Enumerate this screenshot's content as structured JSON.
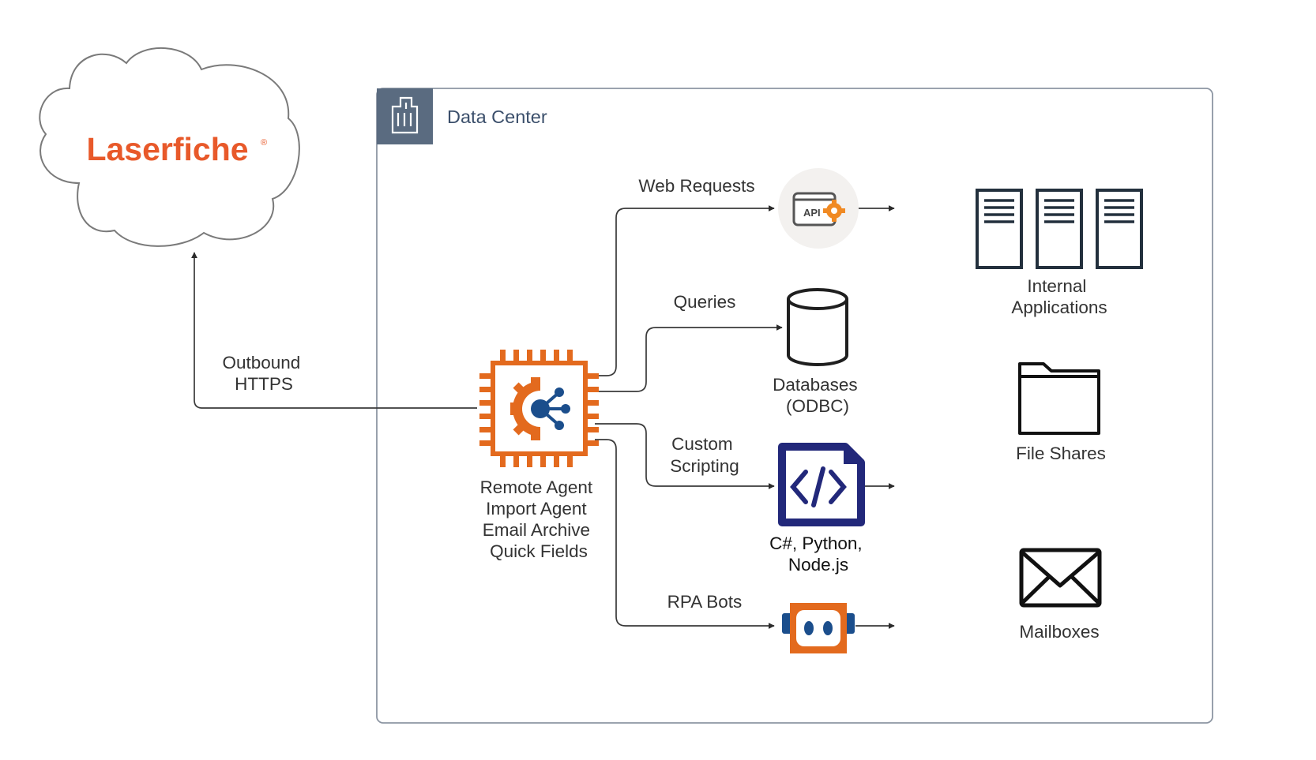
{
  "cloud": {
    "logo_text": "Laserfiche",
    "logo_color": "#E8592A"
  },
  "connections": {
    "outbound": [
      "Outbound",
      "HTTPS"
    ],
    "web_requests": "Web Requests",
    "queries": "Queries",
    "custom_scripting": [
      "Custom",
      "Scripting"
    ],
    "rpa_bots": "RPA Bots"
  },
  "data_center": {
    "title": "Data Center",
    "title_color": "#3B4F6B",
    "header_color": "#5A6B80"
  },
  "agent": {
    "icon": "chip-agent-icon",
    "lines": [
      "Remote Agent",
      "Import Agent",
      "Email Archive",
      "Quick Fields"
    ],
    "accent": "#E36A1E",
    "node_color": "#1B4E8C"
  },
  "nodes": {
    "api": {
      "icon": "api-gear-icon",
      "text": "API"
    },
    "databases": {
      "icon": "database-icon",
      "lines": [
        "Databases",
        "(ODBC)"
      ]
    },
    "scripts": {
      "icon": "code-file-icon",
      "lines": [
        "C#, Python,",
        "Node.js"
      ],
      "color": "#22287A"
    },
    "rpa": {
      "icon": "robot-icon",
      "color": "#E36A1E"
    }
  },
  "targets": {
    "internal_apps": {
      "icon": "servers-icon",
      "lines": [
        "Internal",
        "Applications"
      ]
    },
    "file_shares": {
      "icon": "folder-icon",
      "label": "File Shares"
    },
    "mailboxes": {
      "icon": "envelope-icon",
      "label": "Mailboxes"
    }
  }
}
